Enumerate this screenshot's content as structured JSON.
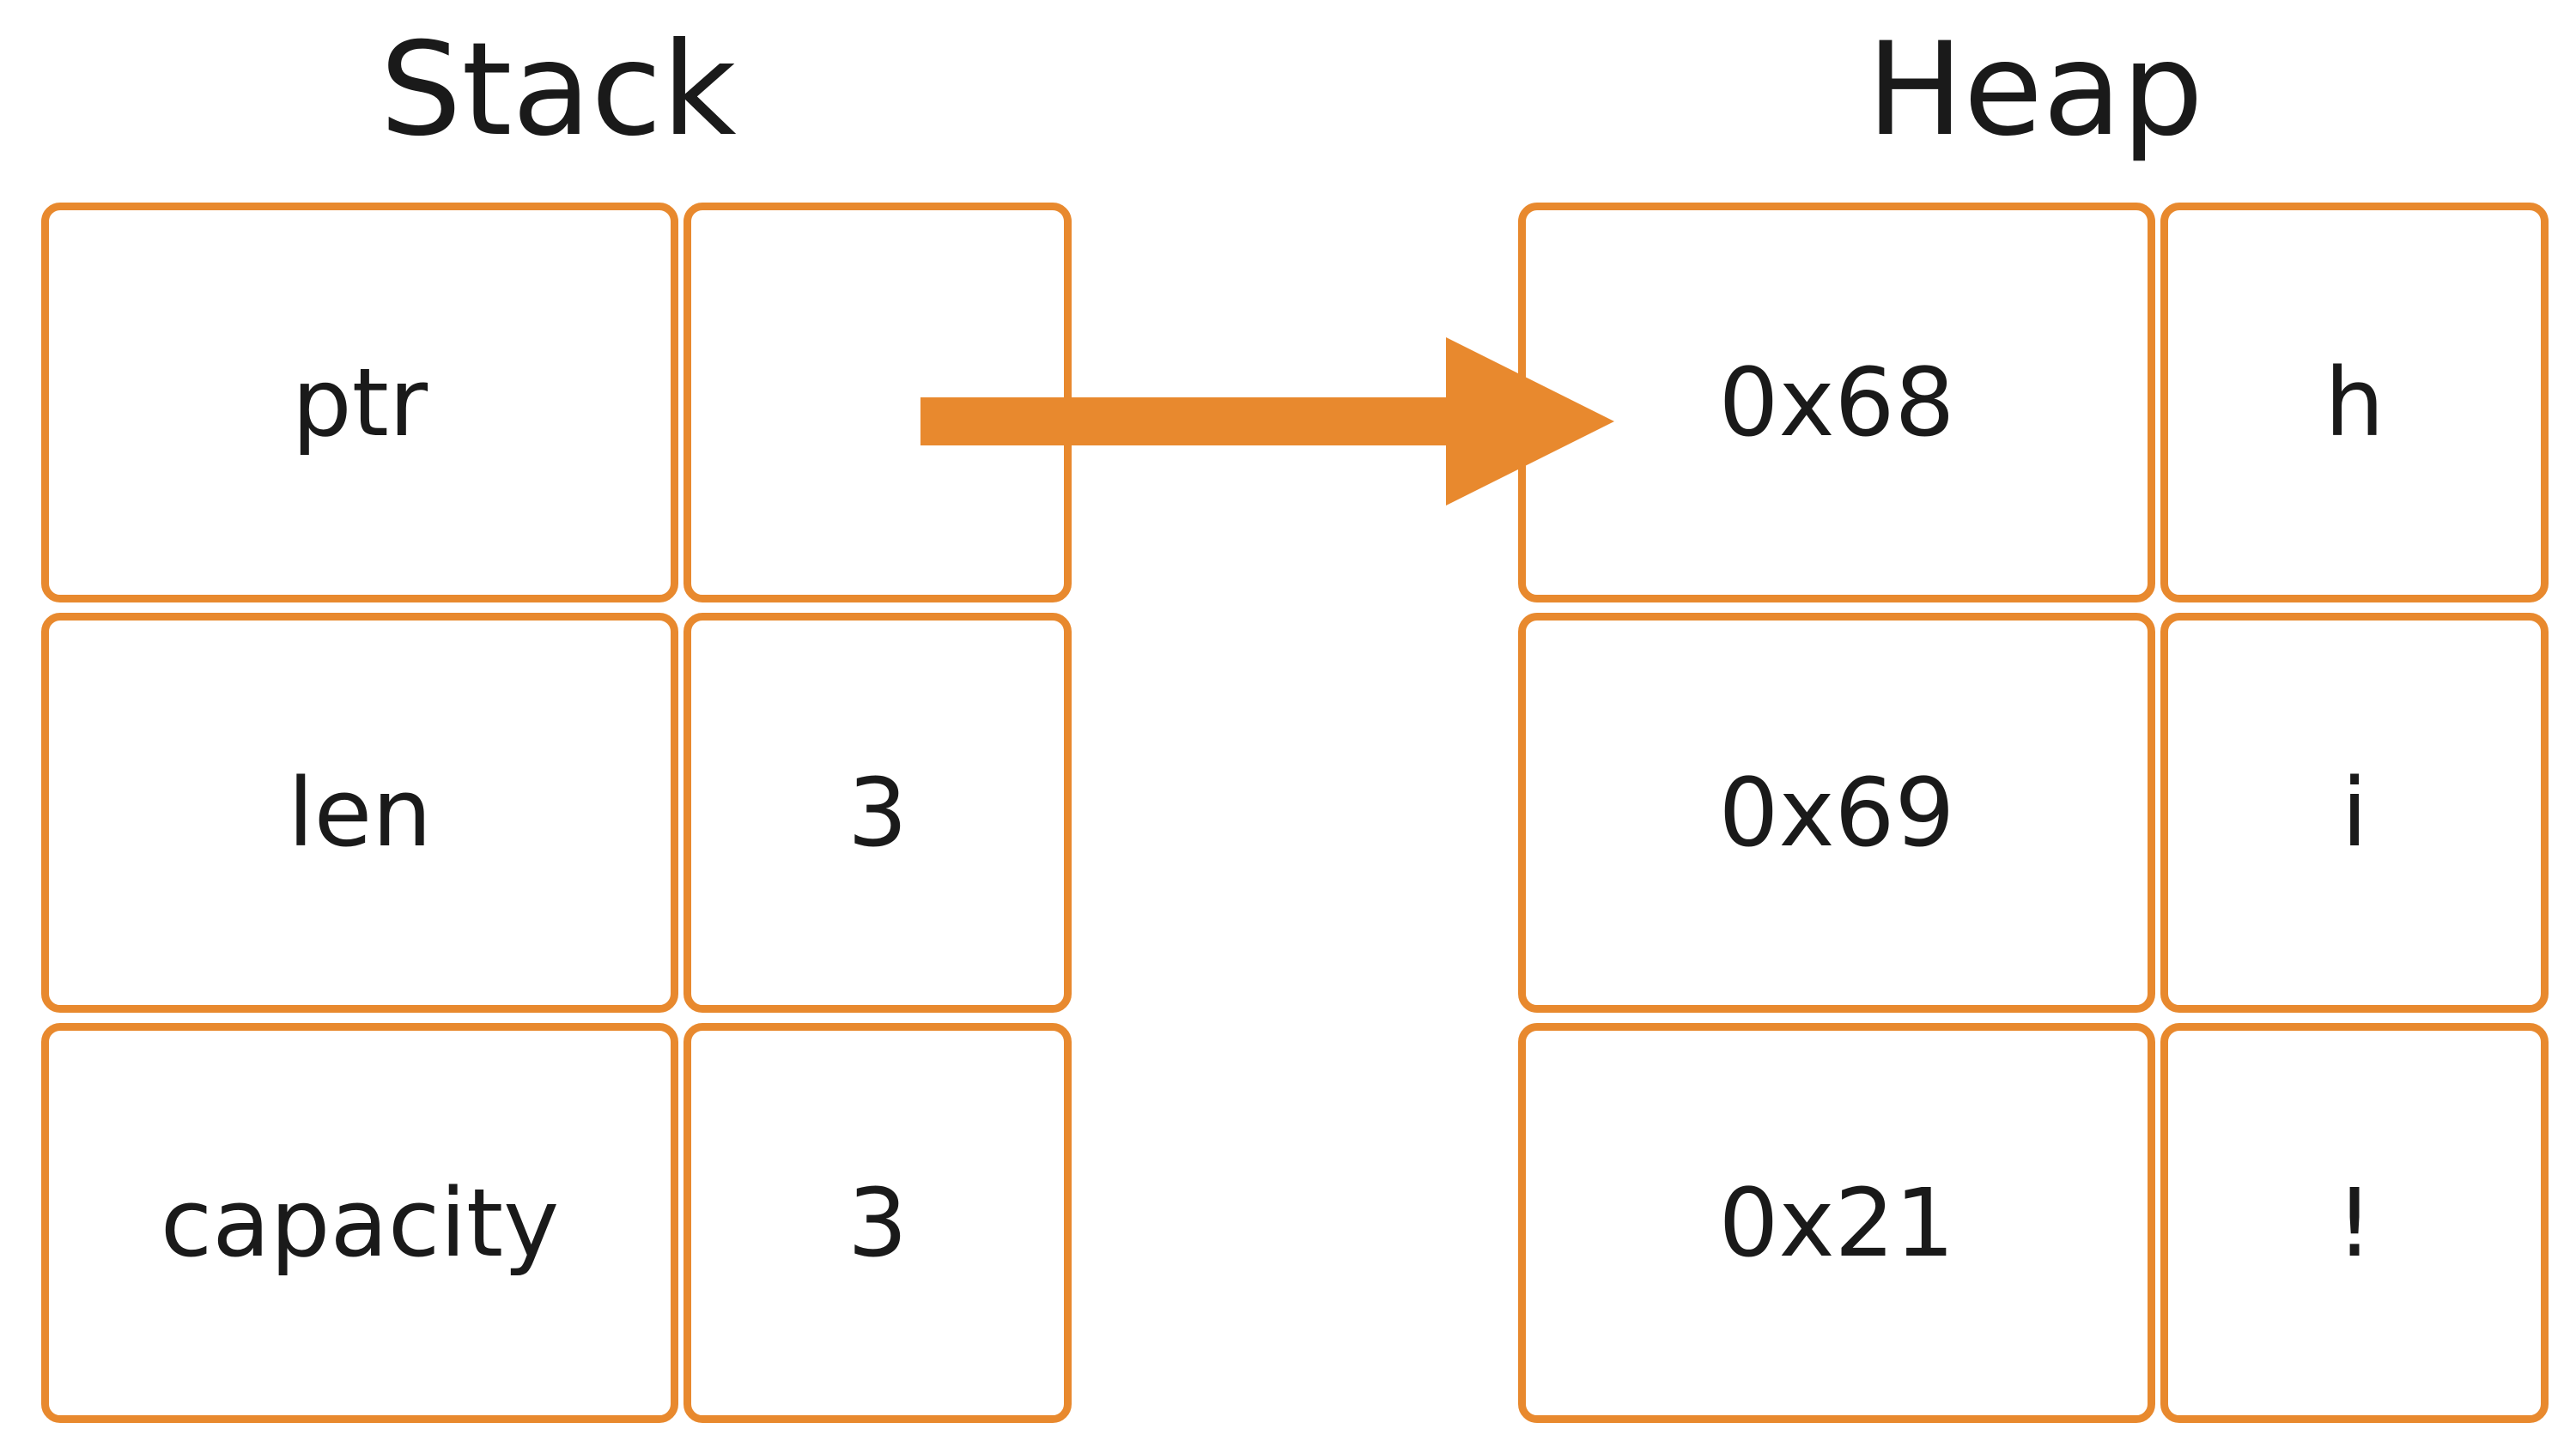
{
  "stack": {
    "title": "Stack",
    "rows": [
      {
        "name": "ptr",
        "value": ""
      },
      {
        "name": "len",
        "value": "3"
      },
      {
        "name": "capacity",
        "value": "3"
      }
    ]
  },
  "heap": {
    "title": "Heap",
    "rows": [
      {
        "address": "0x68",
        "char": "h"
      },
      {
        "address": "0x69",
        "char": "i"
      },
      {
        "address": "0x21",
        "char": "!"
      }
    ]
  },
  "colors": {
    "border": "#e8892e",
    "arrow": "#e8892e",
    "text": "#1a1a1a"
  }
}
